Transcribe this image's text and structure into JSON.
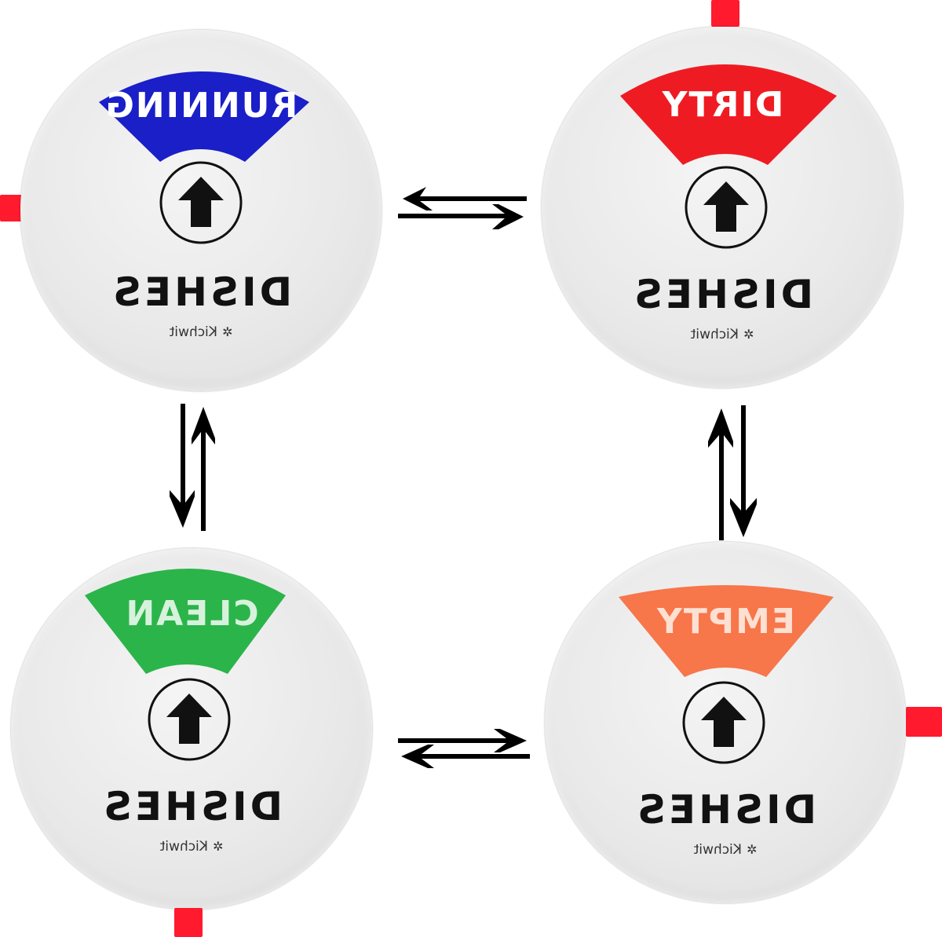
{
  "signs": [
    {
      "position": "top-left",
      "status": "RUNNING",
      "status_color": "#1a1fc8",
      "status_text_color": "#ffffff",
      "label": "DISHES",
      "brand": "Kichwit"
    },
    {
      "position": "top-right",
      "status": "DIRTY",
      "status_color": "#ee1c22",
      "status_text_color": "#ffffff",
      "label": "DISHES",
      "brand": "Kichwit"
    },
    {
      "position": "bottom-left",
      "status": "CLEAN",
      "status_color": "#2bb44a",
      "status_text_color": "#d6f2dc",
      "label": "DISHES",
      "brand": "Kichwit"
    },
    {
      "position": "bottom-right",
      "status": "EMPTY",
      "status_color": "#f7764a",
      "status_text_color": "#fde0d2",
      "label": "DISHES",
      "brand": "Kichwit"
    }
  ],
  "connectors": [
    {
      "between": [
        "RUNNING",
        "DIRTY"
      ],
      "icon": "bidirectional-arrows-horizontal"
    },
    {
      "between": [
        "RUNNING",
        "CLEAN"
      ],
      "icon": "bidirectional-arrows-vertical"
    },
    {
      "between": [
        "DIRTY",
        "EMPTY"
      ],
      "icon": "bidirectional-arrows-vertical"
    },
    {
      "between": [
        "CLEAN",
        "EMPTY"
      ],
      "icon": "bidirectional-arrows-horizontal"
    }
  ],
  "colors": {
    "tab": "#ff1a2e",
    "disc": "#e9e9ea",
    "ink": "#111111"
  }
}
